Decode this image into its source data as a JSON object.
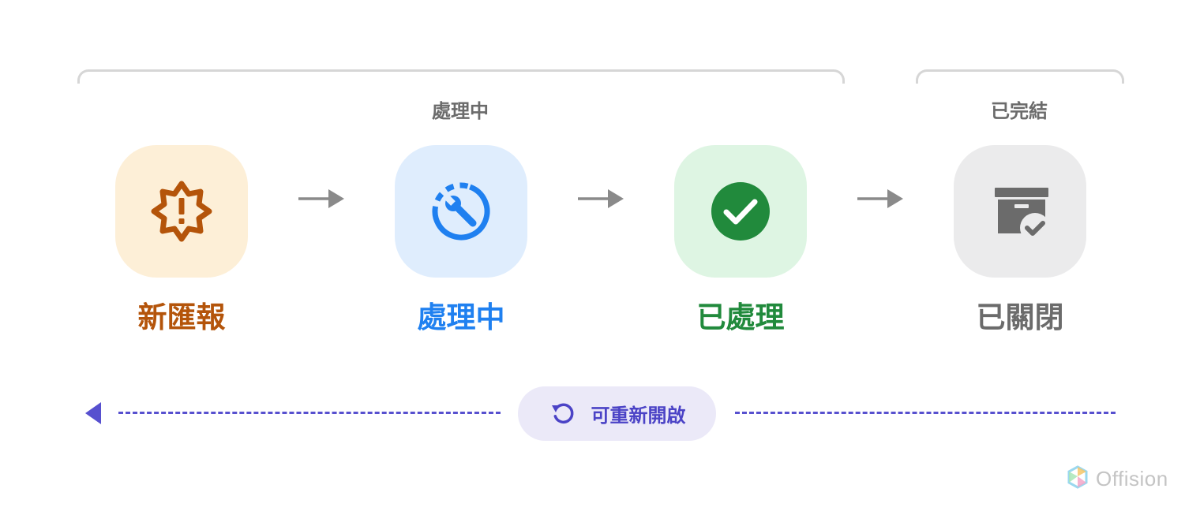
{
  "groups": {
    "processing": {
      "label": "處理中"
    },
    "closed": {
      "label": "已完結"
    }
  },
  "statuses": [
    {
      "label": "新匯報",
      "icon": "alert-badge-icon",
      "color": "#b4540a",
      "background": "#fdefd7"
    },
    {
      "label": "處理中",
      "icon": "wrench-progress-icon",
      "color": "#1f80f0",
      "background": "#dfedfd"
    },
    {
      "label": "已處理",
      "icon": "check-circle-icon",
      "color": "#218a3c",
      "background": "#def5e3"
    },
    {
      "label": "已關閉",
      "icon": "archive-check-icon",
      "color": "#6b6b6b",
      "background": "#ebebec"
    }
  ],
  "reopen": {
    "label": "可重新開啟",
    "icon": "reopen-icon",
    "color": "#4b43c6"
  },
  "brand": {
    "name": "Offision"
  }
}
